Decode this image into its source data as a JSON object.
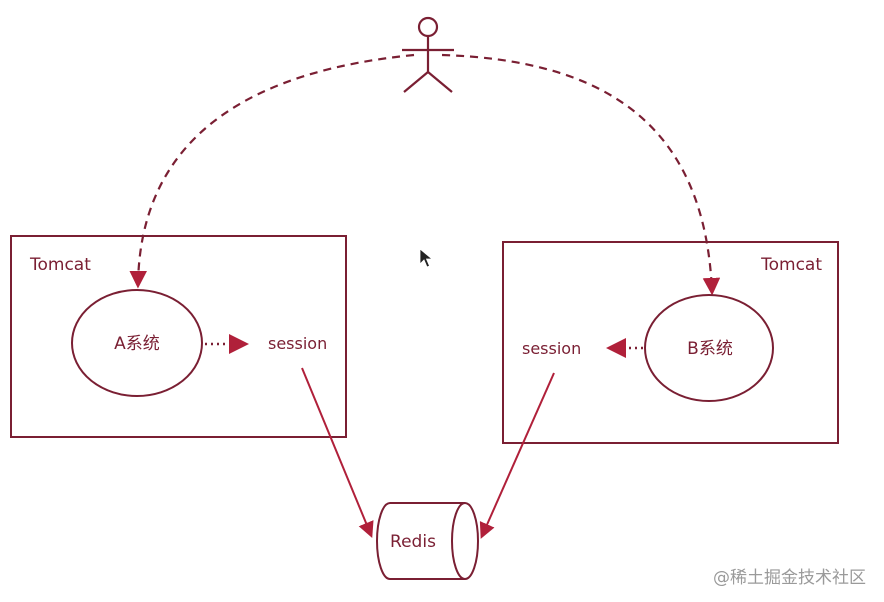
{
  "diagram": {
    "left_container": {
      "label": "Tomcat",
      "system": "A系统",
      "session": "session"
    },
    "right_container": {
      "label": "Tomcat",
      "system": "B系统",
      "session": "session"
    },
    "store": {
      "label": "Redis"
    }
  },
  "watermark": "@稀土掘金技术社区",
  "colors": {
    "stroke": "#7a1f33",
    "arrow": "#b0203a",
    "watermark": "#9a9a9a"
  }
}
